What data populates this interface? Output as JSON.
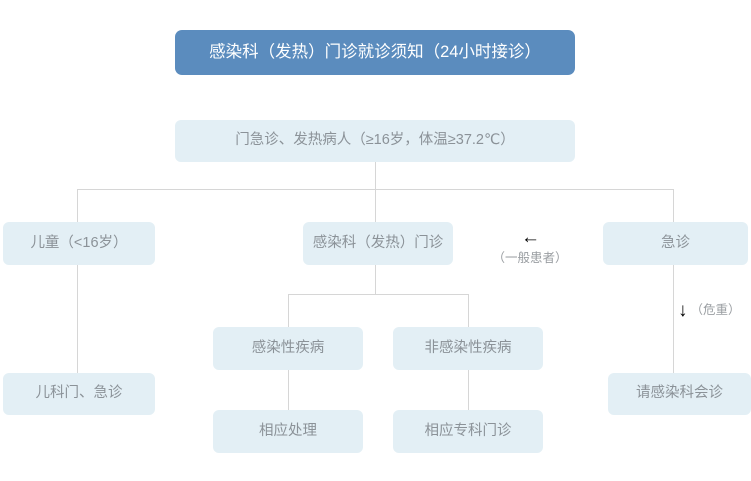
{
  "chart_data": {
    "type": "diagram",
    "title": "感染科（发热）门诊就诊须知（24小时接诊）",
    "diagram_kind": "flowchart",
    "orientation": "top-down",
    "nodes": [
      {
        "id": "title",
        "label": "感染科（发热）门诊就诊须知（24小时接诊）",
        "style": "header"
      },
      {
        "id": "intake",
        "label": "门急诊、发热病人（≥16岁，体温≥37.2℃）",
        "style": "light"
      },
      {
        "id": "children",
        "label": "儿童（<16岁）",
        "style": "light"
      },
      {
        "id": "fever",
        "label": "感染科（发热）门诊",
        "style": "light"
      },
      {
        "id": "emergency",
        "label": "急诊",
        "style": "light"
      },
      {
        "id": "infectious",
        "label": "感染性疾病",
        "style": "light"
      },
      {
        "id": "noninfect",
        "label": "非感染性疾病",
        "style": "light"
      },
      {
        "id": "pediatric",
        "label": "儿科门、急诊",
        "style": "light"
      },
      {
        "id": "consult",
        "label": "请感染科会诊",
        "style": "light"
      },
      {
        "id": "treat",
        "label": "相应处理",
        "style": "light"
      },
      {
        "id": "specialty",
        "label": "相应专科门诊",
        "style": "light"
      }
    ],
    "edges": [
      {
        "from": "intake",
        "to": "children"
      },
      {
        "from": "intake",
        "to": "fever"
      },
      {
        "from": "intake",
        "to": "emergency"
      },
      {
        "from": "children",
        "to": "pediatric"
      },
      {
        "from": "fever",
        "to": "infectious"
      },
      {
        "from": "fever",
        "to": "noninfect"
      },
      {
        "from": "emergency",
        "to": "consult",
        "annotation": "（危重）"
      },
      {
        "from": "infectious",
        "to": "treat"
      },
      {
        "from": "noninfect",
        "to": "specialty"
      }
    ],
    "annotations": [
      {
        "id": "general-patient",
        "arrow": "←",
        "text": "（一般患者）"
      },
      {
        "id": "critical",
        "arrow": "↓",
        "text": "（危重）"
      }
    ],
    "colors": {
      "header_bg": "#5b8cbe",
      "header_text": "#ffffff",
      "node_bg": "#e3eff5",
      "node_text": "#8b9298",
      "line": "#d6d6d6",
      "annotation_text": "#9a9ea2",
      "canvas_bg": "#ffffff"
    }
  },
  "nodes": {
    "title": {
      "label": "感染科（发热）门诊就诊须知（24小时接诊）"
    },
    "intake": {
      "label": "门急诊、发热病人（≥16岁，体温≥37.2℃）"
    },
    "children": {
      "label": "儿童（<16岁）"
    },
    "fever": {
      "label": "感染科（发热）门诊"
    },
    "emergency": {
      "label": "急诊"
    },
    "infectious": {
      "label": "感染性疾病"
    },
    "noninfect": {
      "label": "非感染性疾病"
    },
    "pediatric": {
      "label": "儿科门、急诊"
    },
    "consult": {
      "label": "请感染科会诊"
    },
    "treat": {
      "label": "相应处理"
    },
    "specialty": {
      "label": "相应专科门诊"
    }
  },
  "annotations": {
    "general_patient": {
      "arrow": "←",
      "text": "（一般患者）"
    },
    "critical": {
      "arrow": "↓",
      "text": "（危重）"
    }
  }
}
